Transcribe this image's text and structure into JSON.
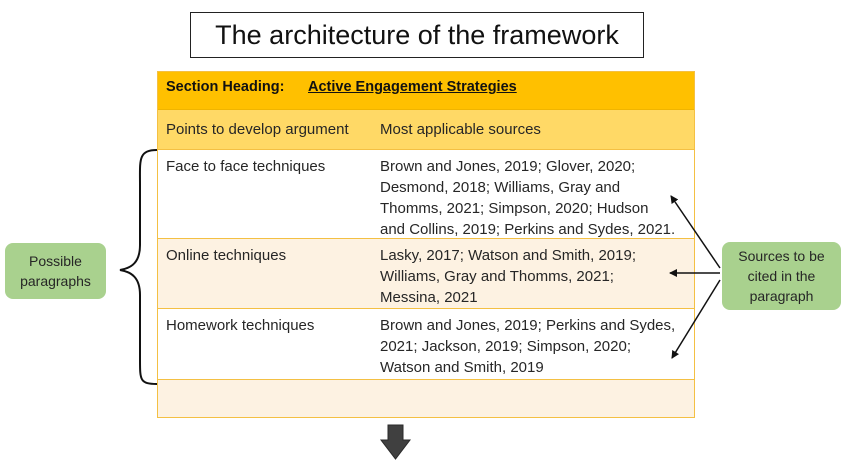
{
  "title": "The architecture of the framework",
  "section": {
    "heading_label": "Section Heading:",
    "heading_value": "Active Engagement Strategies"
  },
  "columns": {
    "points": "Points to develop argument",
    "sources": "Most applicable sources"
  },
  "rows": [
    {
      "point": "Face to face techniques",
      "sources": [
        "Brown and Jones, 2019; Glover, 2020;",
        "Desmond, 2018; Williams, Gray and",
        "Thomms, 2021; Simpson, 2020; Hudson",
        "and Collins, 2019; Perkins and Sydes, 2021."
      ]
    },
    {
      "point": "Online techniques",
      "sources": [
        "Lasky, 2017; Watson and Smith, 2019;",
        "Williams, Gray and Thomms, 2021;",
        "Messina, 2021"
      ]
    },
    {
      "point": "Homework techniques",
      "sources": [
        "Brown and Jones, 2019; Perkins and Sydes,",
        "2021; Jackson, 2019; Simpson, 2020;",
        "Watson and Smith, 2019"
      ]
    }
  ],
  "callouts": {
    "left": [
      "Possible",
      "paragraphs"
    ],
    "right": [
      "Sources to be",
      "cited in the",
      "paragraph"
    ]
  },
  "colors": {
    "header": "#ffc000",
    "subheader": "#ffd966",
    "row_alt": "#fdf2e2",
    "callout": "#a9d18e",
    "down_arrow": "#404040"
  }
}
